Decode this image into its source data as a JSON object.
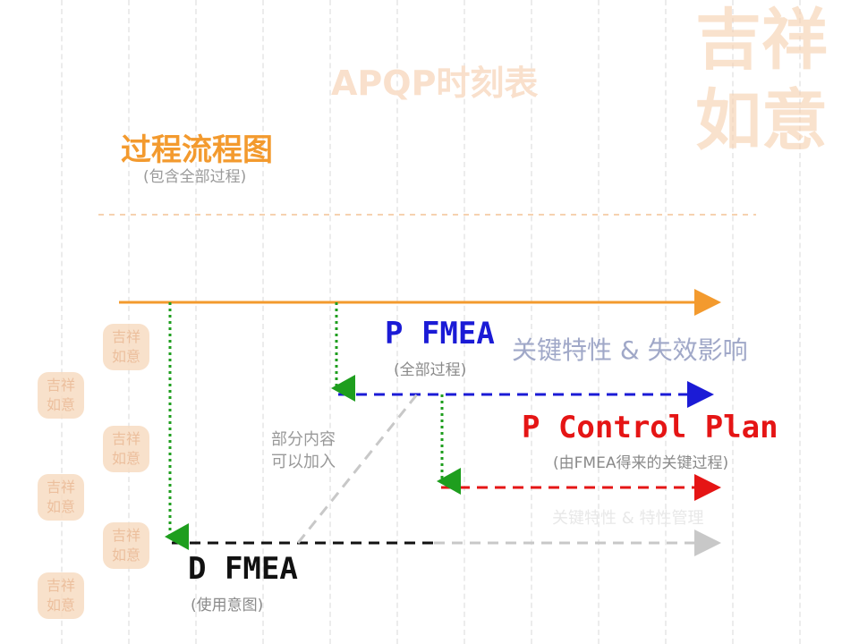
{
  "title": "APQP时刻表",
  "process_flow": {
    "title": "过程流程图",
    "subtitle": "(包含全部过程)"
  },
  "pfmea": {
    "title": "P FMEA",
    "subtitle": "(全部过程)",
    "note": "关键特性 & 失效影响"
  },
  "control_plan": {
    "title": "P Control Plan",
    "subtitle": "(由FMEA得来的关键过程)",
    "note": "关键特性 & 特性管理"
  },
  "dfmea": {
    "title": "D FMEA",
    "subtitle": "(使用意图)"
  },
  "partial_note": {
    "line1": "部分内容",
    "line2": "可以加入"
  },
  "colors": {
    "process": "#f39a2e",
    "pfmea": "#1b1bd6",
    "control_plan": "#e51515",
    "dfmea": "#111111",
    "link": "#1e9e1e",
    "partial": "#c8c8c8"
  }
}
